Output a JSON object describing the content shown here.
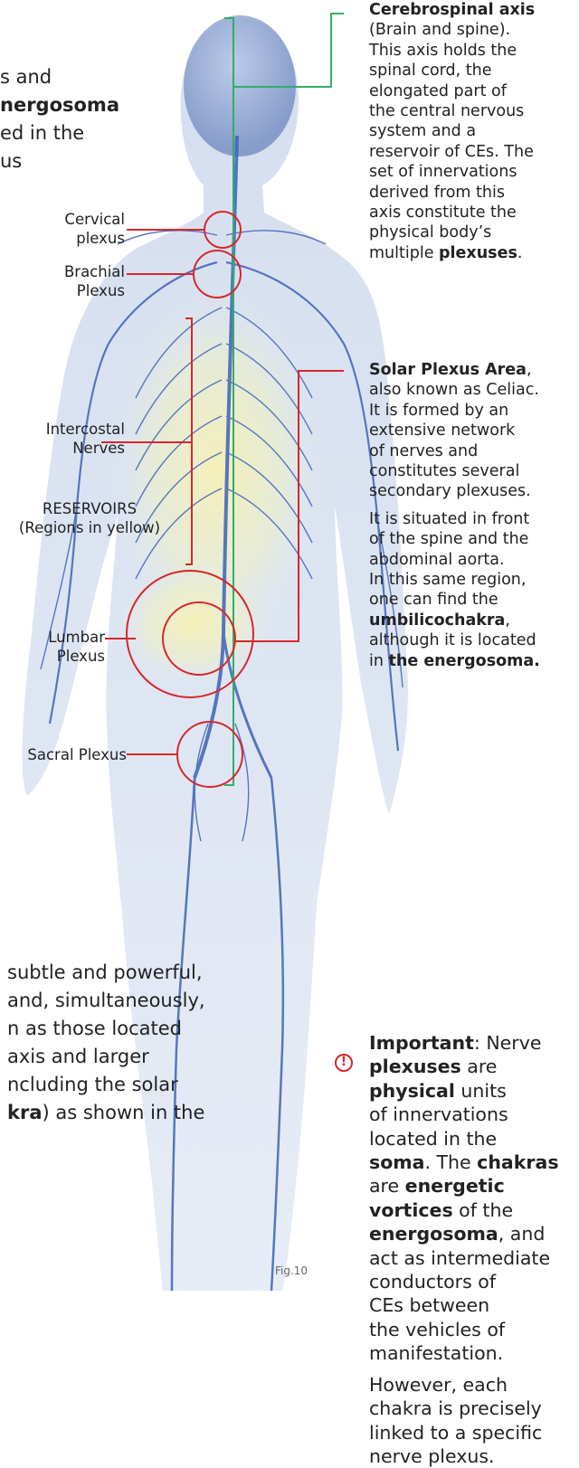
{
  "colors": {
    "accent_red": "#d5282d",
    "axis_green": "#2fae6a",
    "nerve_blue": "#3d62b8",
    "body_tint": "#c9d6ec",
    "reservoir_yellow": "#f4eeb0"
  },
  "intro": {
    "line1": "s and",
    "line2_bold": "nergosoma",
    "line3": "ed in the",
    "line4": "us"
  },
  "bottom_text": {
    "line1": "subtle and powerful,",
    "line2": "and, simultaneously,",
    "line3": "n as those located",
    "line4": "axis and larger",
    "line5": "ncluding the solar",
    "line6_bold": "kra",
    "line6_rest": ") as shown in the"
  },
  "labels": {
    "cervical": [
      "Cervical",
      "plexus"
    ],
    "brachial": [
      "Brachial",
      "Plexus"
    ],
    "intercostal": [
      "Intercostal",
      "Nerves"
    ],
    "reservoirs": [
      "RESERVOIRS",
      "(Regions in yellow)"
    ],
    "lumbar": [
      "Lumbar",
      "Plexus"
    ],
    "sacral": "Sacral Plexus"
  },
  "cerebrospinal": {
    "title": "Cerebrospinal axis",
    "lines": [
      "(Brain and spine).",
      "This axis holds the",
      "spinal cord, the",
      "elongated part of",
      "the central nervous",
      "system and a",
      "reservoir of CEs. The",
      "set of innervations",
      "derived from this",
      "axis constitute the",
      "physical body’s"
    ],
    "last_pre": "multiple ",
    "last_bold": "plexuses",
    "last_post": "."
  },
  "solar": {
    "title": "Solar Plexus Area",
    "title_post": ",",
    "lines": [
      "also known as Celiac.",
      "It is formed by an",
      "extensive network",
      "of nerves and",
      "constitutes several",
      "secondary plexuses."
    ],
    "p2_lines": [
      "It is situated in front",
      "of the spine and the",
      "abdominal aorta.",
      "In this same region,",
      "one can find the"
    ],
    "p2_bold": "umbilicochakra",
    "p2_bold_post": ",",
    "p2_line7": "although it is located",
    "p2_line8_pre": "in ",
    "p2_line8_bold": "the energosoma."
  },
  "important": {
    "warn_icon": "!",
    "title": "Important",
    "title_post": ": Nerve",
    "l2_bold": "plexuses",
    "l2_post": " are",
    "l3_bold": "physical",
    "l3_post": " units",
    "l4": "of innervations",
    "l5": "located in the",
    "l6_bold": "soma",
    "l6_mid": ". The ",
    "l6_bold2": "chakras",
    "l7_pre": "are ",
    "l7_bold": "energetic",
    "l8_bold": "vortices",
    "l8_post": " of the",
    "l9_bold": "energosoma",
    "l9_post": ", and",
    "l10": "act as intermediate",
    "l11": "conductors of",
    "l12": "CEs between",
    "l13": "the vehicles of",
    "l14": "manifestation.",
    "p2": [
      "However, each",
      "chakra is precisely",
      "linked to a specific",
      "nerve plexus."
    ]
  },
  "caption": "Fig.10"
}
